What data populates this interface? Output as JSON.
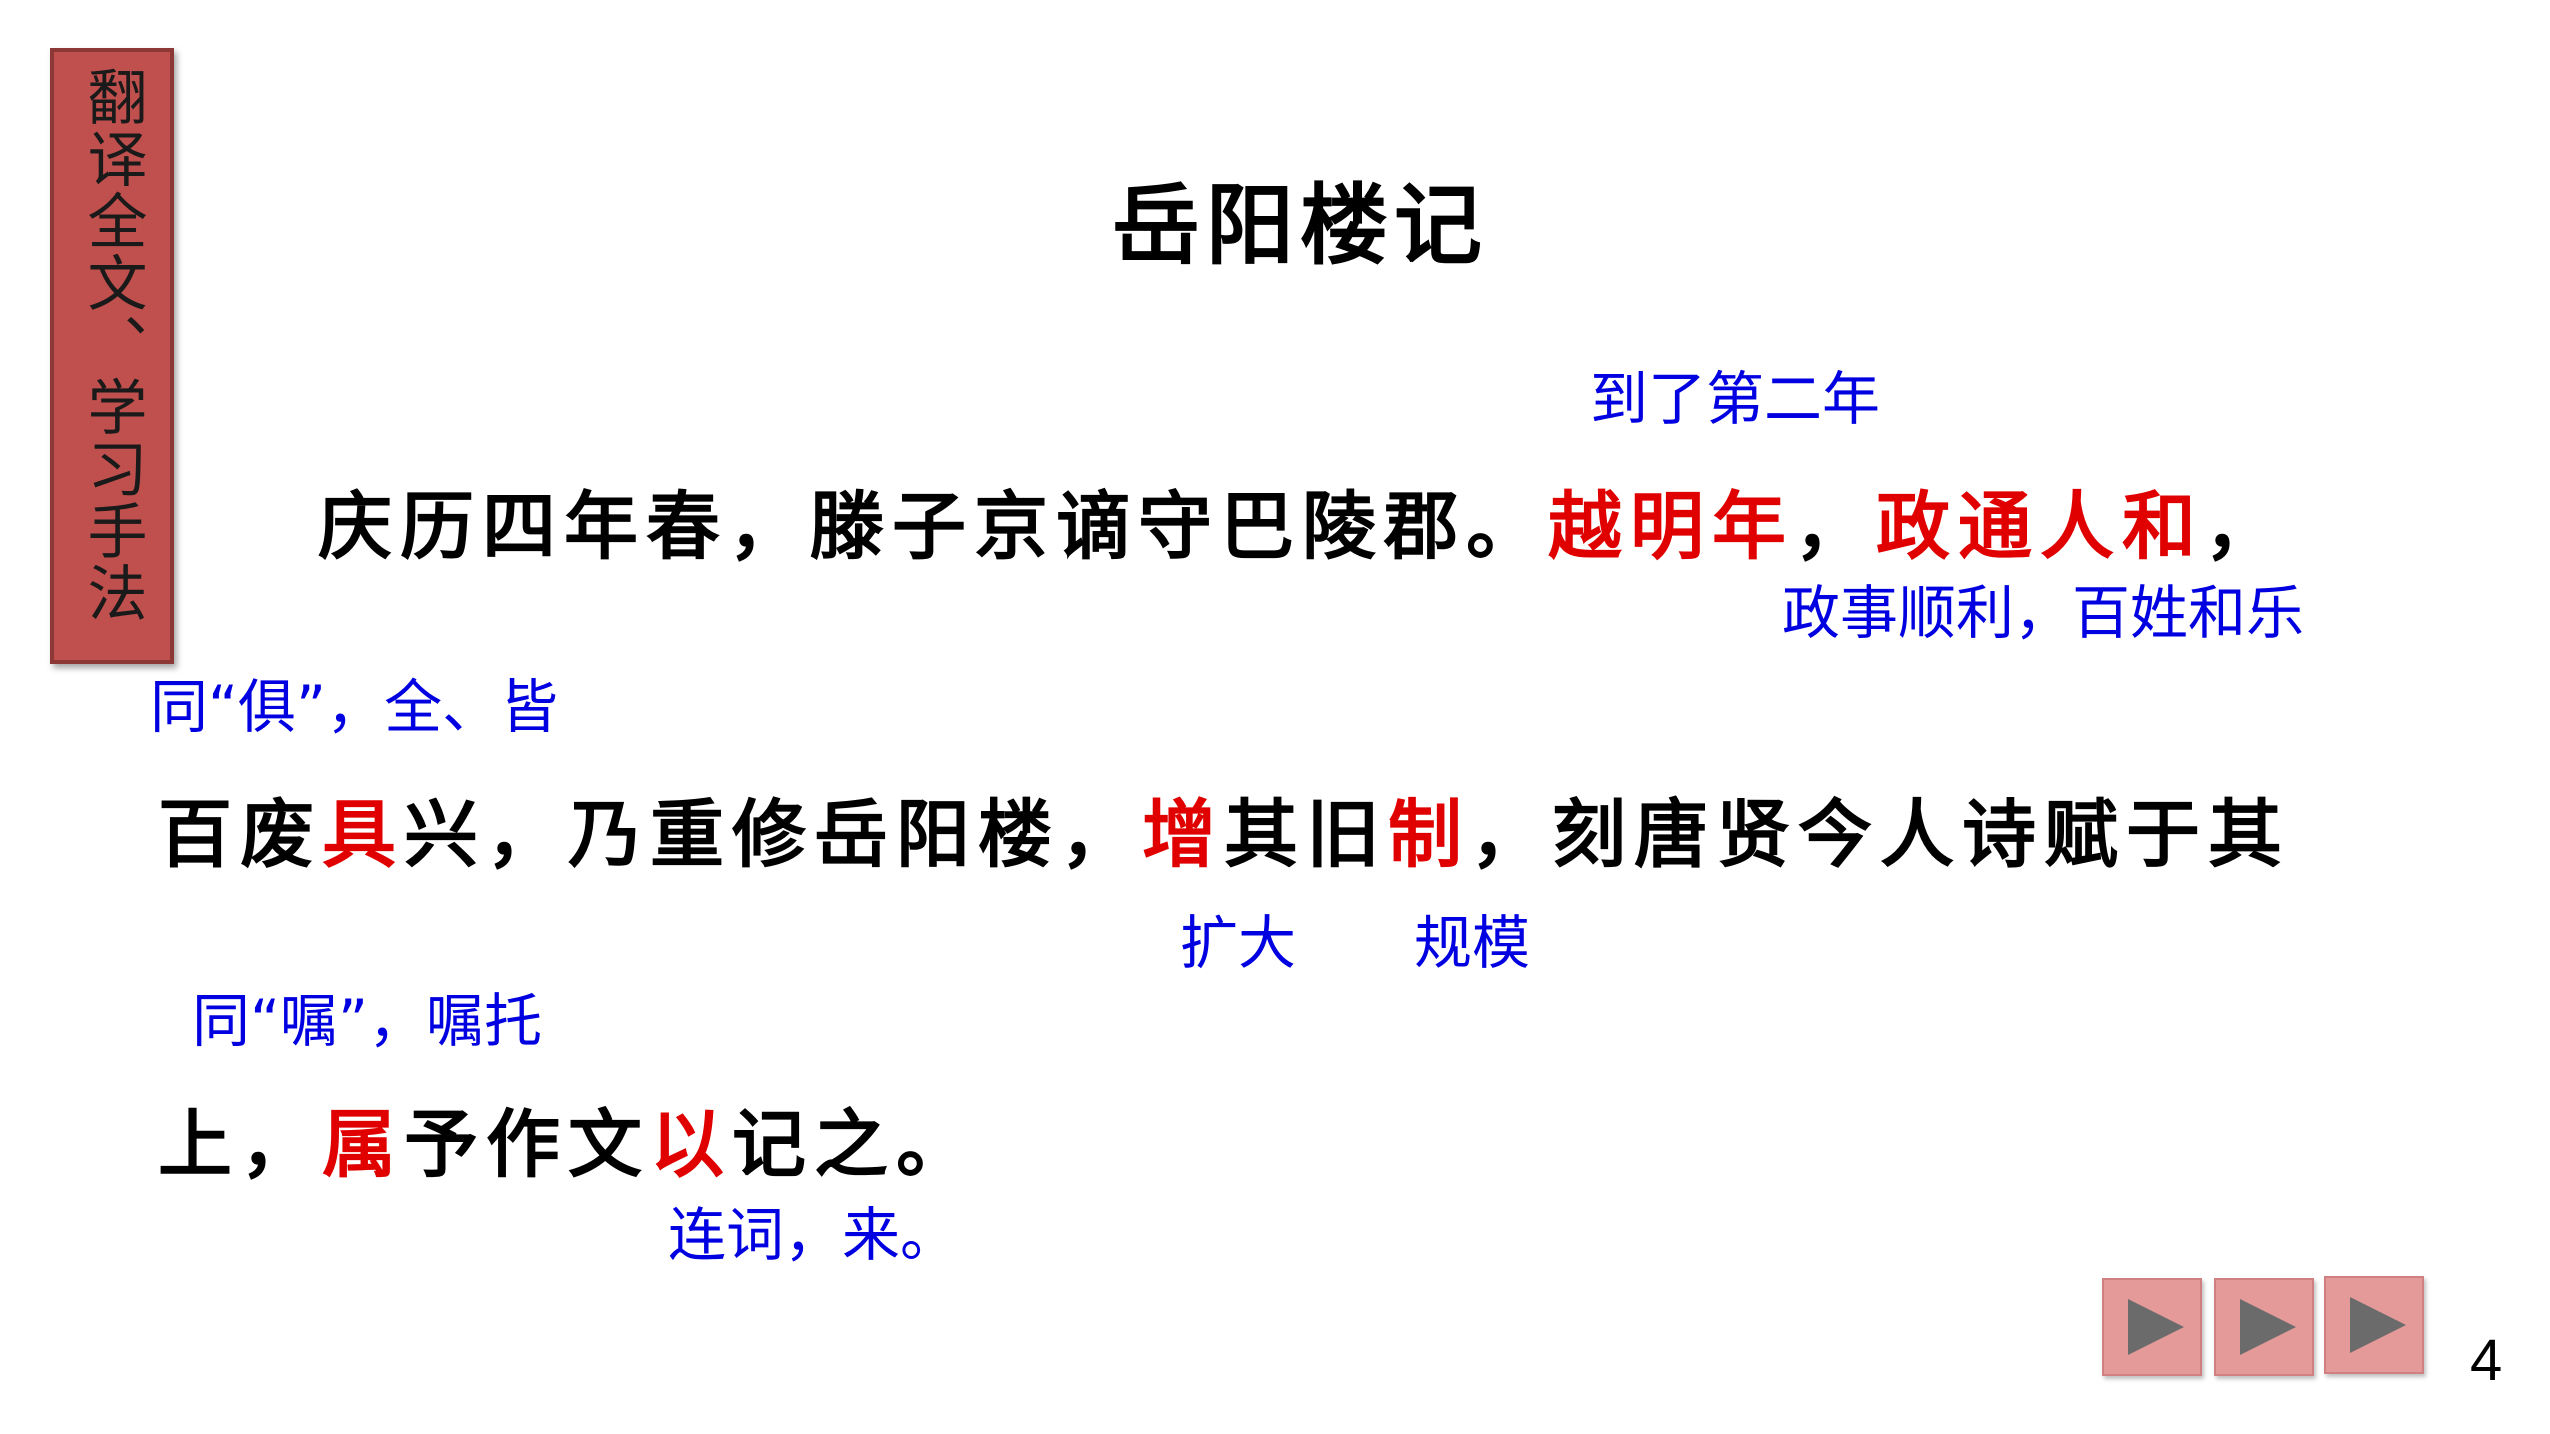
{
  "side_tab": {
    "label": "翻译全文、学习手法",
    "color": "#c0504d"
  },
  "title": "岳阳楼记",
  "lines": [
    {
      "segments": [
        {
          "text": "庆历四年春，滕子京谪守巴陵郡。",
          "color": "black"
        },
        {
          "text": "越明年",
          "color": "red"
        },
        {
          "text": "，",
          "color": "black"
        },
        {
          "text": "政通人和",
          "color": "red"
        },
        {
          "text": "，",
          "color": "black"
        }
      ]
    },
    {
      "segments": [
        {
          "text": "百废",
          "color": "black"
        },
        {
          "text": "具",
          "color": "red"
        },
        {
          "text": "兴，乃重修岳阳楼，",
          "color": "black"
        },
        {
          "text": "增",
          "color": "red"
        },
        {
          "text": "其旧",
          "color": "black"
        },
        {
          "text": "制",
          "color": "red"
        },
        {
          "text": "，刻唐贤今人诗赋于其",
          "color": "black"
        }
      ]
    },
    {
      "segments": [
        {
          "text": "上，",
          "color": "black"
        },
        {
          "text": "属",
          "color": "red"
        },
        {
          "text": "予作文",
          "color": "black"
        },
        {
          "text": "以",
          "color": "red"
        },
        {
          "text": "记之。",
          "color": "black"
        }
      ]
    }
  ],
  "notes": {
    "yue_ming_nian": "到了第二年",
    "zheng_tong_ren_he": "政事顺利，百姓和乐",
    "ju": "同“俱”，全、皆",
    "zeng": "扩大",
    "zhi": "规模",
    "zhu": "同“嘱”，嘱托",
    "yi": "连词，来。"
  },
  "nav": {
    "buttons": [
      {
        "icon": "play-icon"
      },
      {
        "icon": "play-icon"
      },
      {
        "icon": "play-icon"
      }
    ]
  },
  "page_number": "4",
  "colors": {
    "emphasis": "#e00000",
    "annotation": "#0000e0",
    "nav_button": "#e59a9a"
  }
}
